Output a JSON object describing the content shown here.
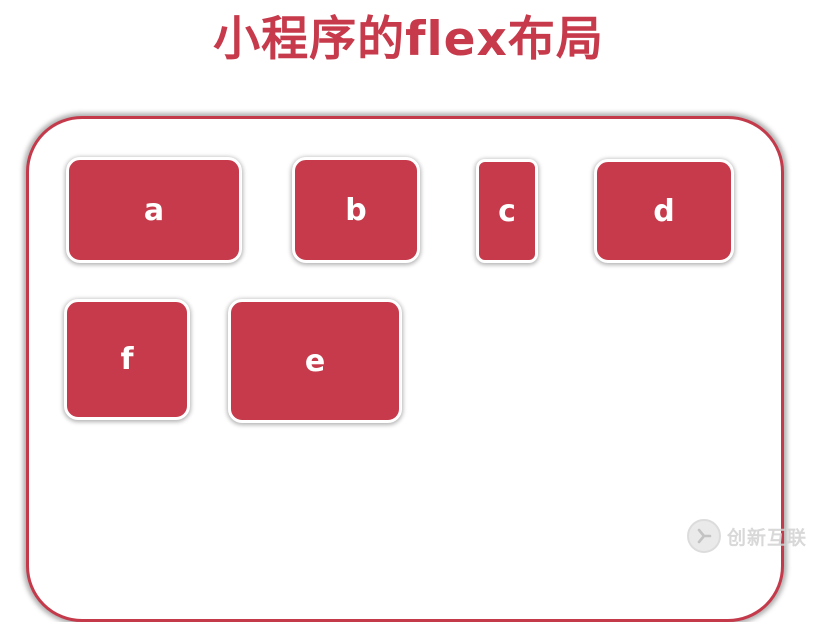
{
  "title": "小程序的flex布局",
  "accent_color": "#c63a4b",
  "boxes": [
    {
      "id": "a",
      "label": "a"
    },
    {
      "id": "b",
      "label": "b"
    },
    {
      "id": "c",
      "label": "c"
    },
    {
      "id": "d",
      "label": "d"
    },
    {
      "id": "f",
      "label": "f"
    },
    {
      "id": "e",
      "label": "e"
    }
  ],
  "watermark": {
    "text": "创新互联",
    "icon": "brand-logo-icon"
  }
}
